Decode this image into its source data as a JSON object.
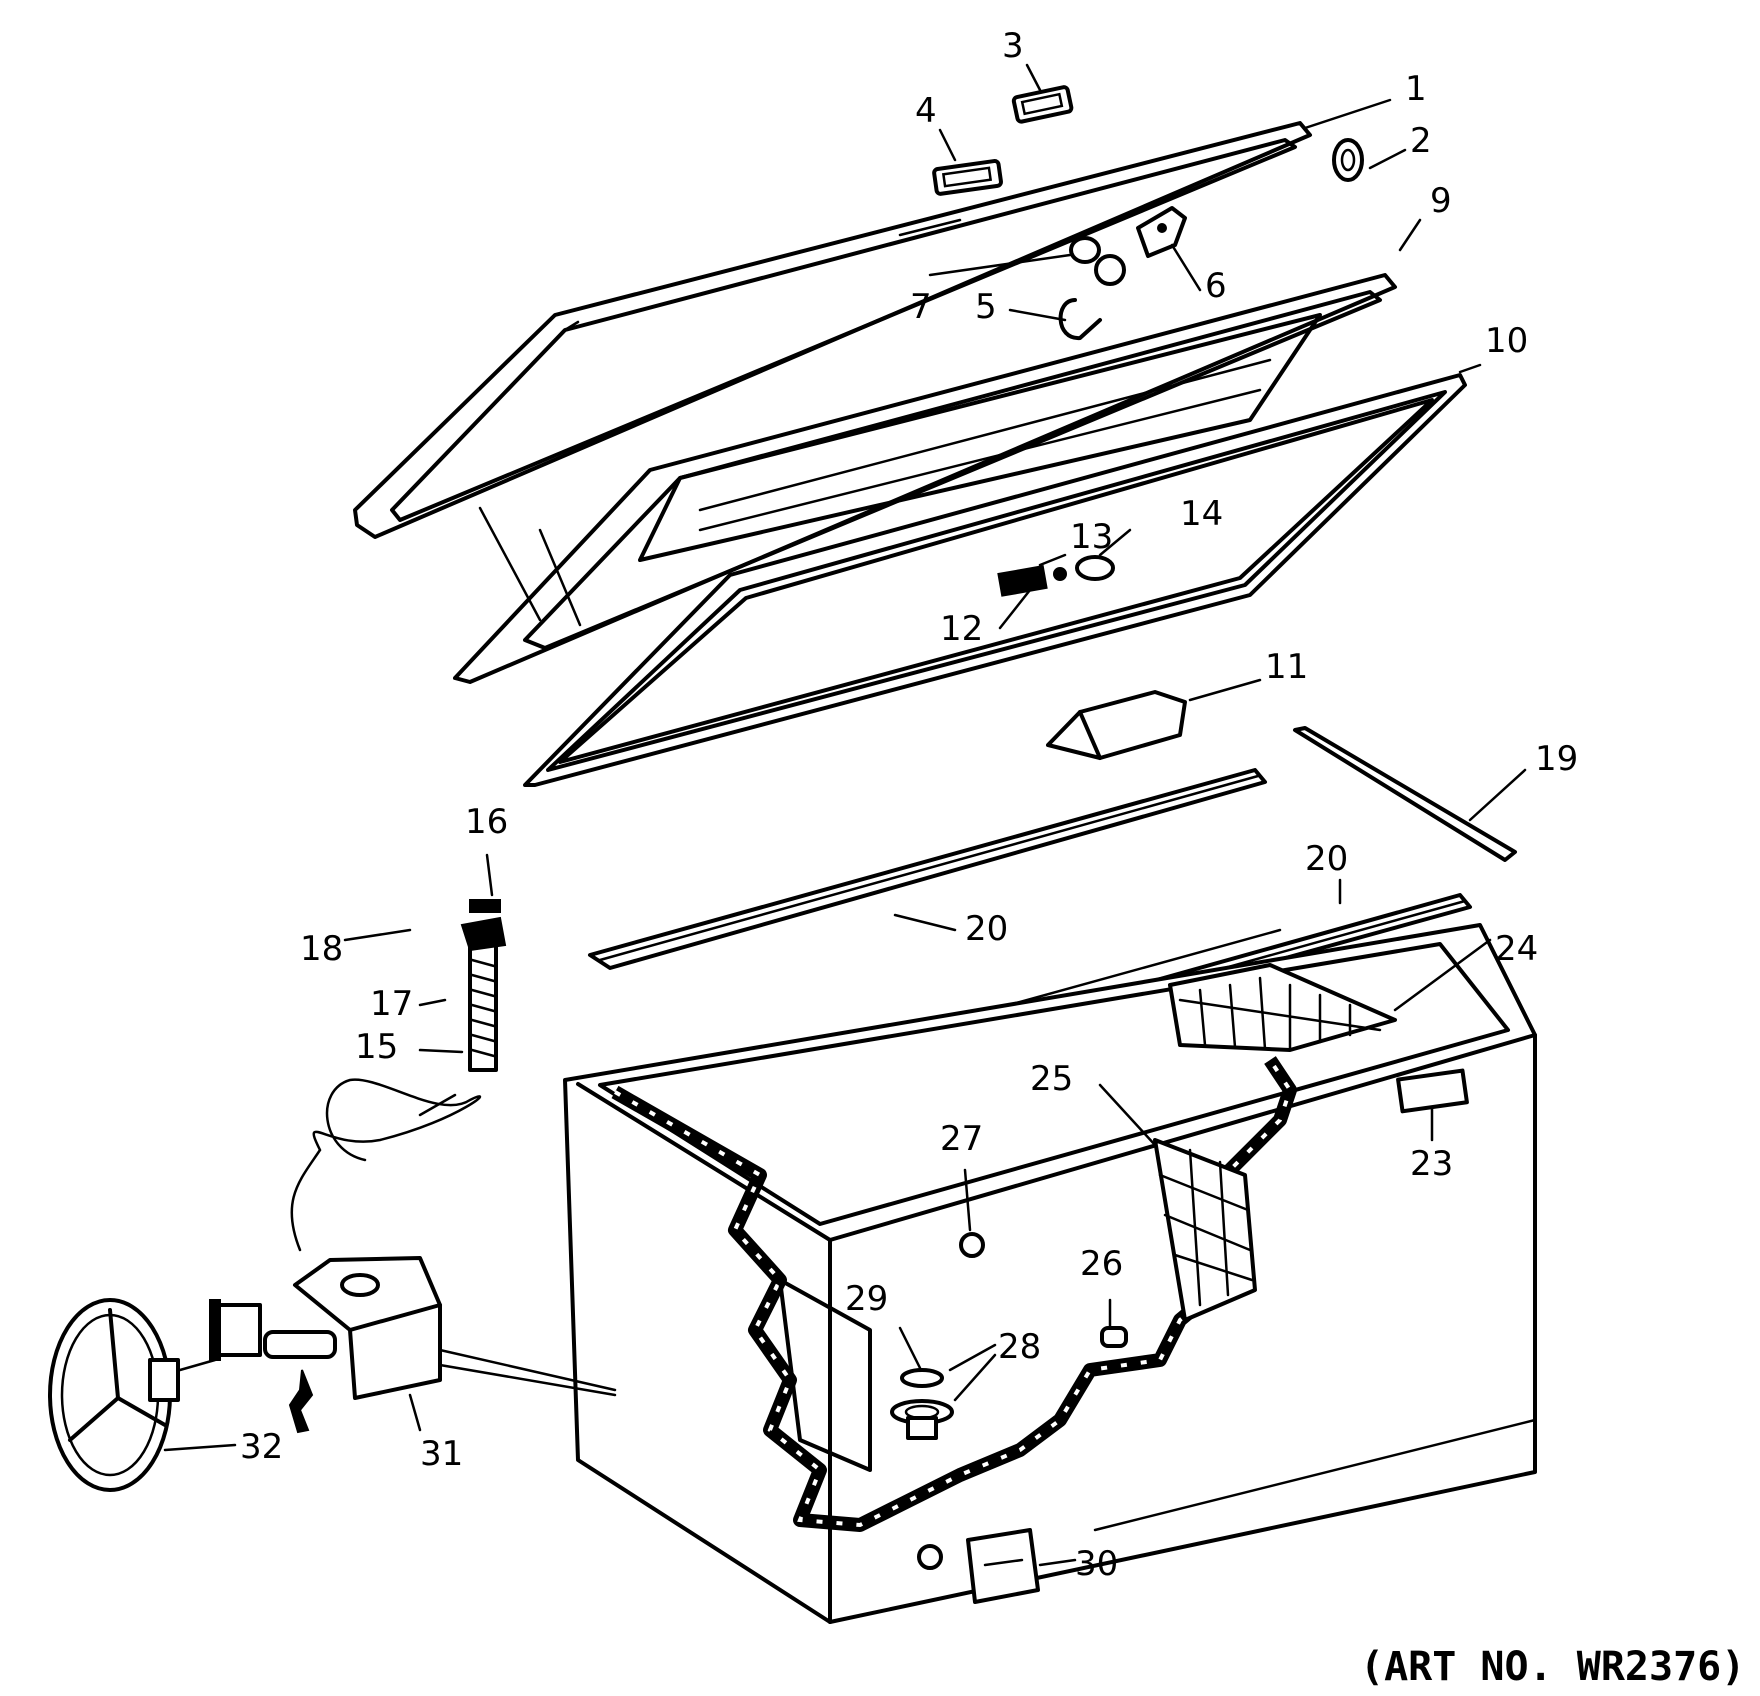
{
  "callouts": {
    "c1": "1",
    "c2": "2",
    "c3": "3",
    "c4": "4",
    "c5": "5",
    "c6": "6",
    "c7": "7",
    "c9": "9",
    "c10": "10",
    "c11": "11",
    "c12": "12",
    "c13": "13",
    "c14": "14",
    "c15": "15",
    "c16": "16",
    "c17": "17",
    "c18": "18",
    "c19": "19",
    "c20a": "20",
    "c20b": "20",
    "c23": "23",
    "c24": "24",
    "c25": "25",
    "c26": "26",
    "c27": "27",
    "c28": "28",
    "c29": "29",
    "c30": "30",
    "c31": "31",
    "c32": "32"
  },
  "footer": {
    "art_number": "(ART NO. WR2376)"
  }
}
